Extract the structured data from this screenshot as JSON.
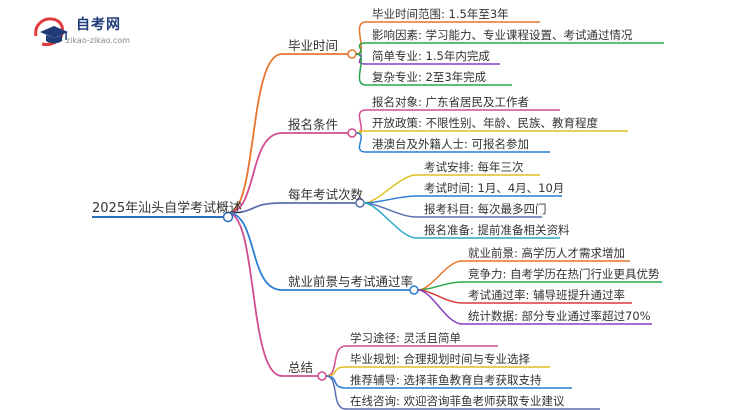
{
  "logo": {
    "title": "自考网",
    "url": "zikao-zikao.com",
    "icon": "graduation-cap-icon",
    "color": "#1f3b78",
    "accent": "#e23b3b"
  },
  "root": {
    "label": "2025年汕头自学考试概述"
  },
  "branches": [
    {
      "label": "毕业时间",
      "color": "#e8742f",
      "items": [
        {
          "text": "毕业时间范围: 1.5年至3年",
          "color": "#e8742f"
        },
        {
          "text": "影响因素: 学习能力、专业课程设置、考试通过情况",
          "color": "#2aa64a"
        },
        {
          "text": "简单专业: 1.5年内完成",
          "color": "#8a3fc2"
        },
        {
          "text": "复杂专业: 2至3年完成",
          "color": "#2aa64a"
        }
      ]
    },
    {
      "label": "报名条件",
      "color": "#d34b8f",
      "items": [
        {
          "text": "报名对象: 广东省居民及工作者",
          "color": "#d34b8f"
        },
        {
          "text": "开放政策: 不限性别、年龄、民族、教育程度",
          "color": "#e0c020"
        },
        {
          "text": "港澳台及外籍人士: 可报名参加",
          "color": "#2a7fd4"
        }
      ]
    },
    {
      "label": "每年考试次数",
      "color": "#5b6fb0",
      "items": [
        {
          "text": "考试安排: 每年三次",
          "color": "#e0c020"
        },
        {
          "text": "考试时间: 1月、4月、10月",
          "color": "#2a7fd4"
        },
        {
          "text": "报考科目: 每次最多四门",
          "color": "#5b6fb0"
        },
        {
          "text": "报名准备: 提前准备相关资料",
          "color": "#2aa9c9"
        }
      ]
    },
    {
      "label": "就业前景与考试通过率",
      "color": "#2a7fd4",
      "items": [
        {
          "text": "就业前景: 高学历人才需求增加",
          "color": "#e8742f"
        },
        {
          "text": "竞争力: 自考学历在热门行业更具优势",
          "color": "#2aa64a"
        },
        {
          "text": "考试通过率: 辅导班提升通过率",
          "color": "#d93a3a"
        },
        {
          "text": "统计数据: 部分专业通过率超过70%",
          "color": "#8a3fc2"
        }
      ]
    },
    {
      "label": "总结",
      "color": "#d34b8f",
      "items": [
        {
          "text": "学习途径: 灵活且简单",
          "color": "#d34b8f"
        },
        {
          "text": "毕业规划: 合理规划时间与专业选择",
          "color": "#e0c020"
        },
        {
          "text": "推荐辅导: 选择菲鱼教育自考获取支持",
          "color": "#2a7fd4"
        },
        {
          "text": "在线咨询: 欢迎咨询菲鱼老师获取专业建议",
          "color": "#5b6fb0"
        }
      ]
    }
  ]
}
